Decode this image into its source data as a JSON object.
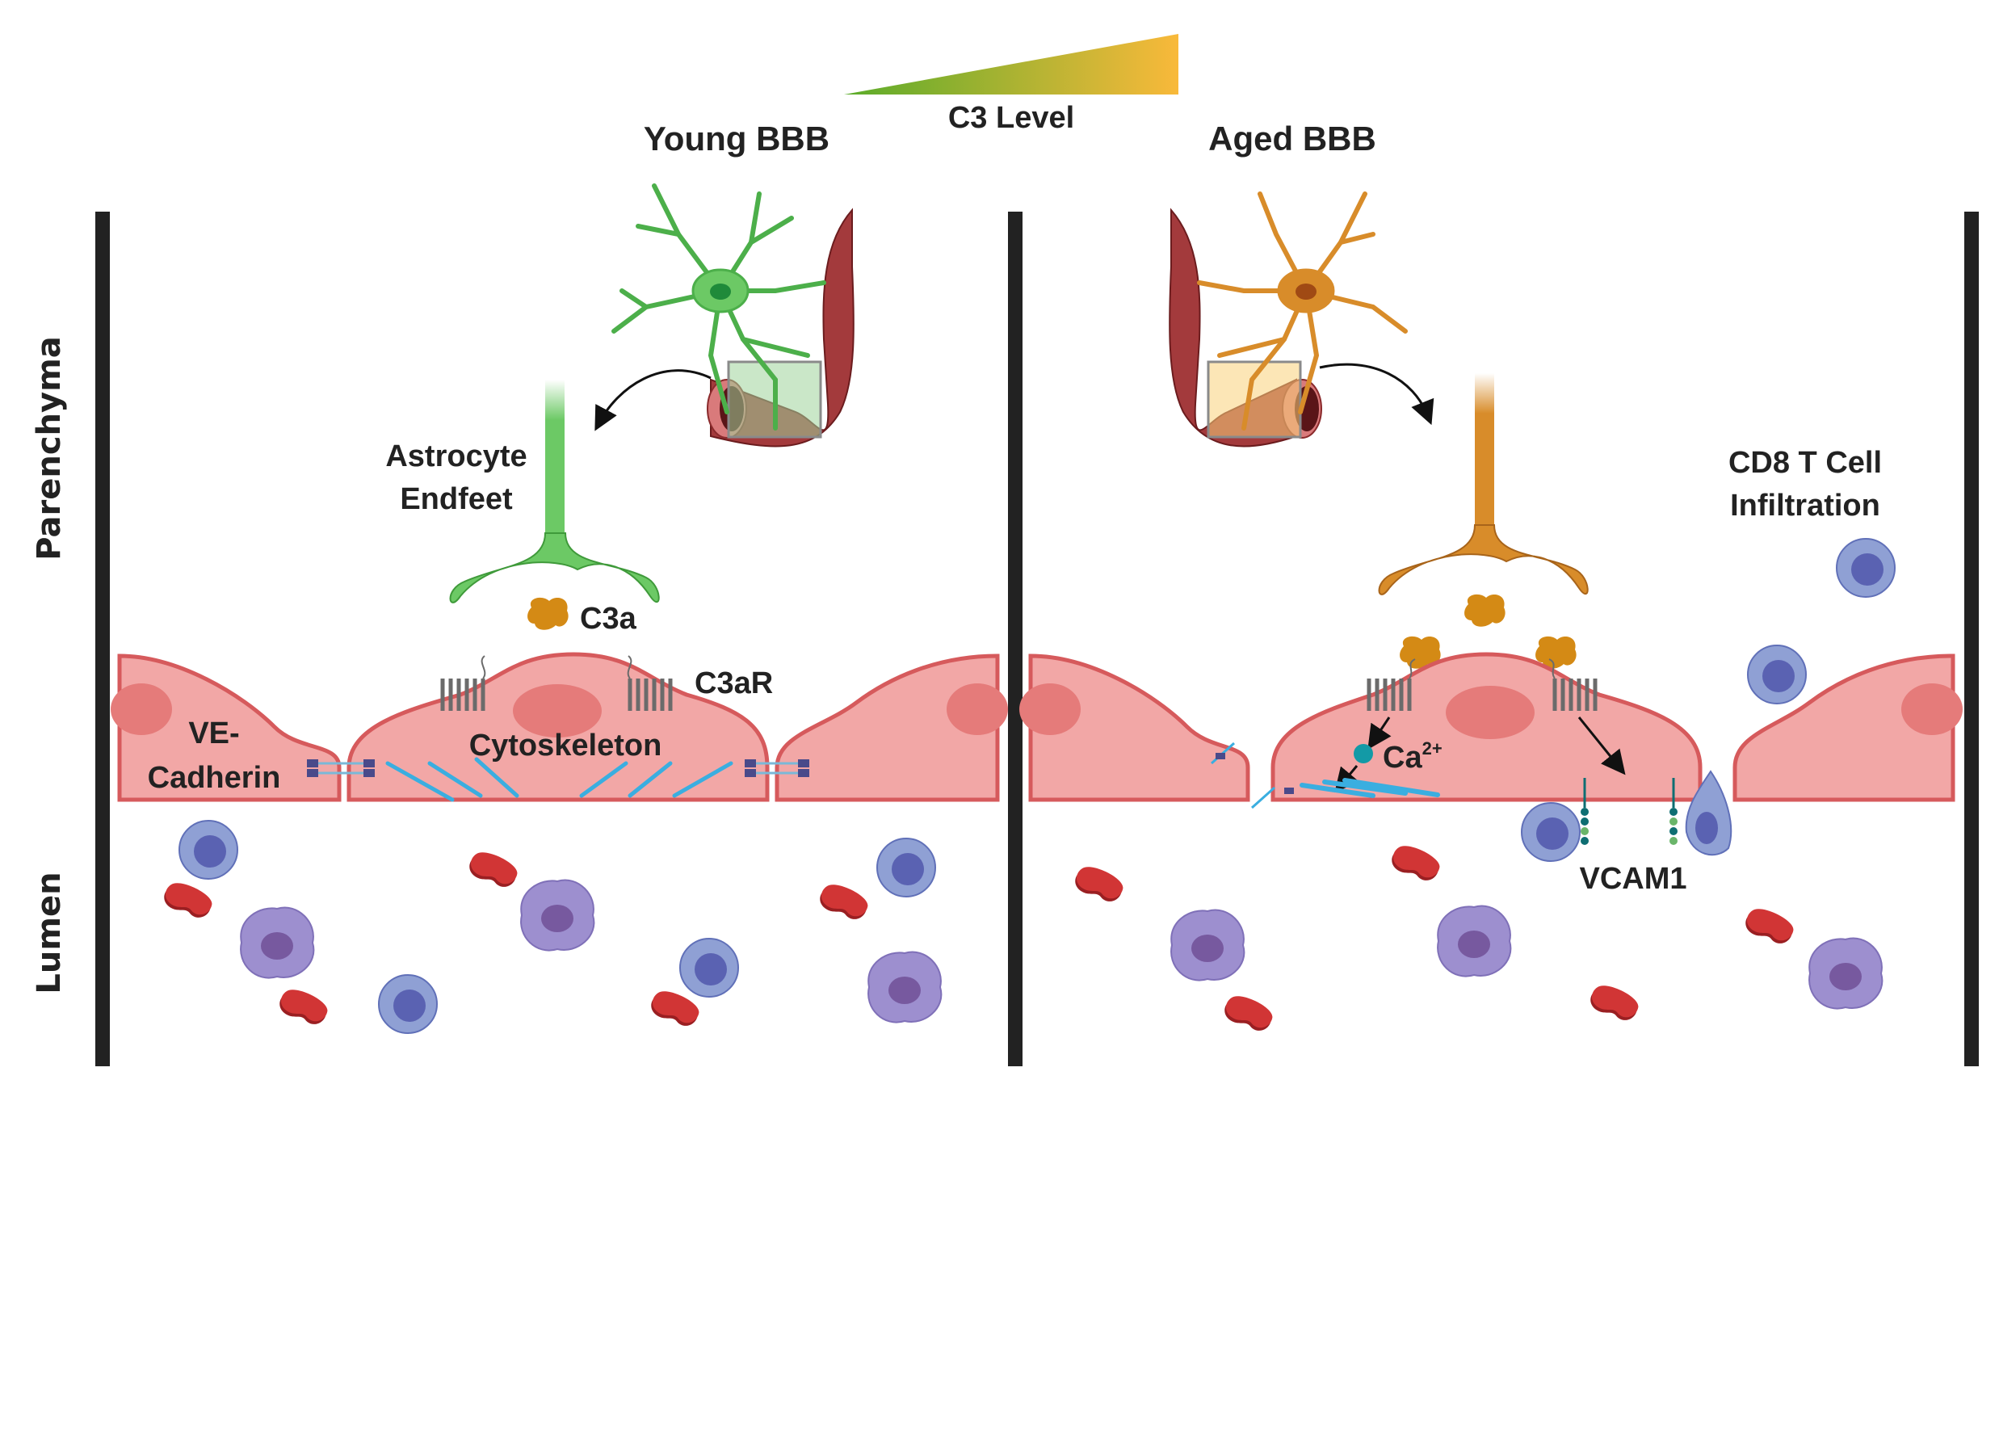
{
  "figure": {
    "gradient_label": "C3 Level",
    "gradient_colors": {
      "low": "#5aac2a",
      "high": "#f9b93a"
    }
  },
  "axis_labels": {
    "top": "Parenchyma",
    "bottom": "Lumen"
  },
  "panels": [
    {
      "id": "young",
      "title": "Young BBB",
      "astrocyte_color": "#6cc965",
      "astrocyte_dark": "#3f9a3a",
      "labels": {
        "endfeet_line1": "Astrocyte",
        "endfeet_line2": "Endfeet",
        "ligand": "C3a",
        "receptor": "C3aR",
        "junction_line1": "VE-",
        "junction_line2": "Cadherin",
        "cytoskeleton": "Cytoskeleton"
      }
    },
    {
      "id": "aged",
      "title": "Aged BBB",
      "astrocyte_color": "#d88c2a",
      "astrocyte_dark": "#a8641a",
      "labels": {
        "calcium": "Ca",
        "calcium_charge": "2+",
        "adhesion": "VCAM1",
        "tcell_line1": "CD8 T Cell",
        "tcell_line2": "Infiltration"
      }
    }
  ],
  "colors": {
    "endothelium": "#f2a7a6",
    "endothelium_edge": "#d65a5c",
    "nucleus": "#e57b7a",
    "vessel": "#a33a3c",
    "vessel_lumen": "#5a1518",
    "rbc": "#d13535",
    "tcell": "#8fa0d4",
    "tcell_nucleus": "#5a62b2",
    "monocyte": "#9d8fcf",
    "monocyte_nucleus": "#77599f",
    "c3a": "#d48a15",
    "receptor": "#6b6b6b",
    "actin": "#3aaee0",
    "calcium": "#139aa6",
    "vcam_dark": "#0e6e72",
    "vcam_light": "#6ab56a",
    "divider": "#222222"
  }
}
